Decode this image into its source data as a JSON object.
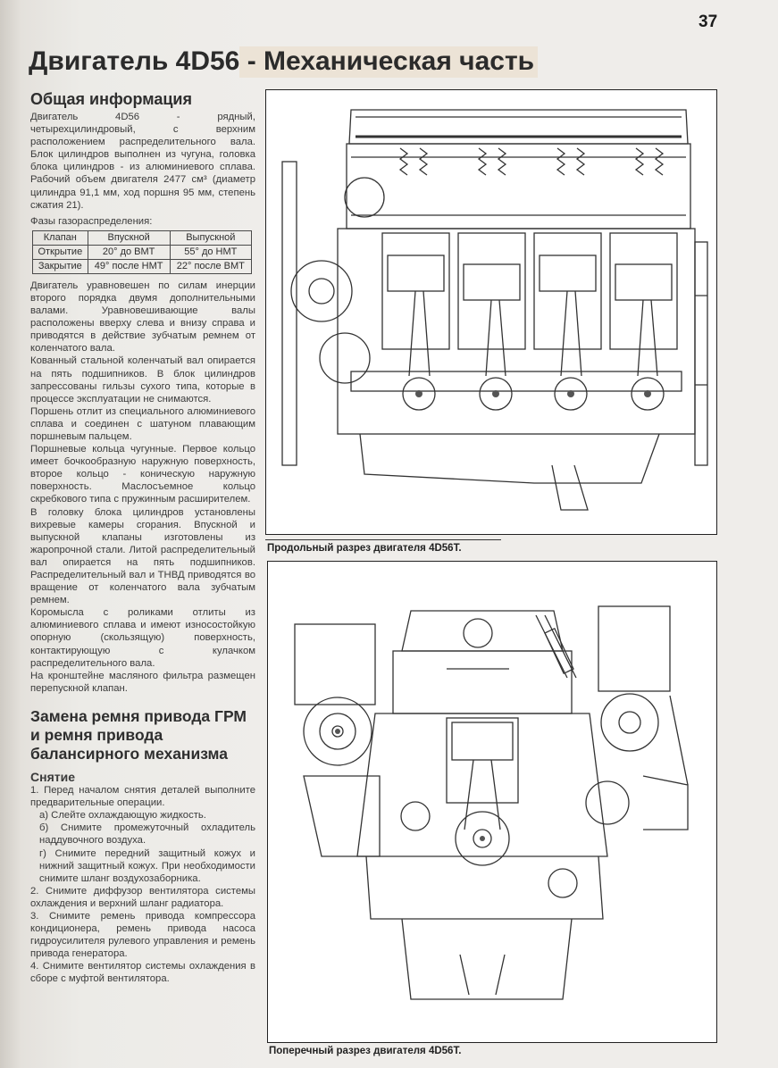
{
  "page_number": "37",
  "title": {
    "part1": "Двигатель 4D56",
    "part2": " - Механическая часть"
  },
  "general": {
    "heading": "Общая информация",
    "intro": "Двигатель 4D56 - рядный, четырехцилиндровый, с верхним расположением распределительного вала. Блок цилиндров выполнен из чугуна, головка блока цилиндров - из алюминиевого сплава. Рабочий объем двигателя 2477 см³ (диаметр цилиндра 91,1 мм, ход поршня 95 мм, степень сжатия 21).",
    "phases_label": "Фазы газораспределения:",
    "table": {
      "headers": [
        "Клапан",
        "Впускной",
        "Выпускной"
      ],
      "rows": [
        [
          "Открытие",
          "20° до ВМТ",
          "55° до НМТ"
        ],
        [
          "Закрытие",
          "49° после НМТ",
          "22° после ВМТ"
        ]
      ]
    },
    "paragraphs": [
      "Двигатель уравновешен по силам инерции второго порядка двумя дополнительными валами. Уравновешивающие валы расположены вверху слева и внизу справа и приводятся в действие зубчатым ремнем от коленчатого вала.",
      "Кованный стальной коленчатый вал опирается на пять подшипников. В блок цилиндров запрессованы гильзы сухого типа, которые в процессе эксплуатации не снимаются.",
      "Поршень отлит из специального алюминиевого сплава и соединен с шатуном плавающим поршневым пальцем.",
      "Поршневые кольца чугунные. Первое кольцо имеет бочкообразную наружную поверхность, второе кольцо - коническую наружную поверхность. Маслосъемное кольцо скребкового типа с пружинным расширителем.",
      "В головку блока цилиндров установлены вихревые камеры сгорания. Впускной и выпускной клапаны изготовлены из жаропрочной стали. Литой распределительный вал опирается на пять подшипников. Распределительный вал и ТНВД приводятся во вращение от коленчатого вала зубчатым ремнем.",
      "Коромысла с роликами отлиты из алюминиевого сплава и имеют износостойкую опорную (скользящую) поверхность, контактирующую с кулачком распределительного вала.",
      "На кронштейне масляного фильтра размещен перепускной клапан."
    ]
  },
  "replacement": {
    "heading": "Замена ремня привода ГРМ и ремня привода балансирного механизма",
    "subheading": "Снятие",
    "steps": [
      "1. Перед началом снятия деталей выполните предварительные операции.",
      "а) Слейте охлаждающую жидкость.",
      "б) Снимите промежуточный охладитель наддувочного воздуха.",
      "г) Снимите передний защитный кожух и нижний защитный кожух. При необходимости снимите шланг воздухозаборника.",
      "2. Снимите диффузор вентилятора системы охлаждения и верхний шланг радиатора.",
      "3. Снимите ремень привода компрессора кондиционера, ремень привода насоса гидроусилителя рулевого управления и ремень привода генератора.",
      "4. Снимите вентилятор системы охлаждения в сборе с муфтой вентилятора."
    ]
  },
  "figures": {
    "longitudinal_caption": "Продольный разрез двигателя 4D56T.",
    "transverse_caption": "Поперечный разрез двигателя 4D56T."
  },
  "colors": {
    "page": "#efedea",
    "ink": "#2a2a2a",
    "title_highlight": "#ece3d6"
  }
}
